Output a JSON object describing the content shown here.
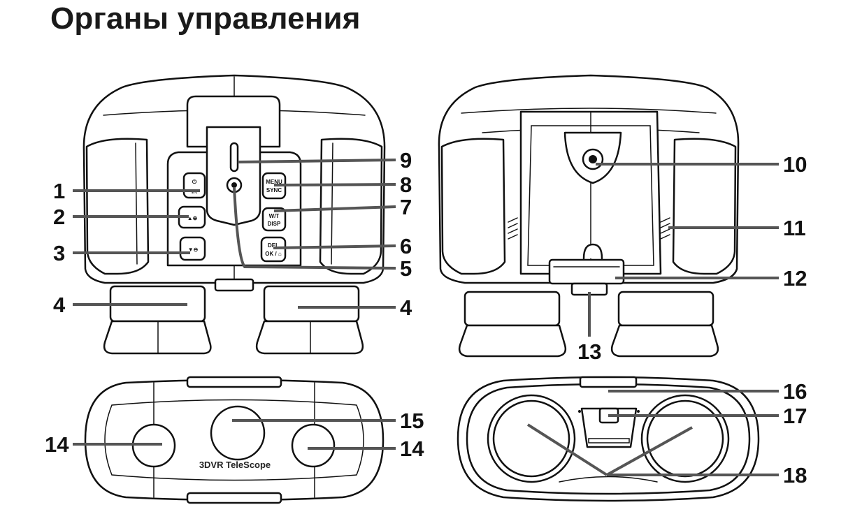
{
  "title": "Органы управления",
  "buttons": {
    "power": "⏻",
    "power_sub": "IR",
    "up_zoom_in": "▲⊕",
    "down_zoom_out": "▼⊖",
    "menu": "MENU",
    "sync": "SYNC",
    "wt": "W/T",
    "disp": "DISP",
    "del": "DEL",
    "ok": "OK / ⌂"
  },
  "brand_label": "3DVR TeleScope",
  "callouts": [
    "1",
    "2",
    "3",
    "4",
    "4",
    "5",
    "6",
    "7",
    "8",
    "9",
    "10",
    "11",
    "12",
    "13",
    "14",
    "14",
    "15",
    "16",
    "17",
    "18"
  ]
}
